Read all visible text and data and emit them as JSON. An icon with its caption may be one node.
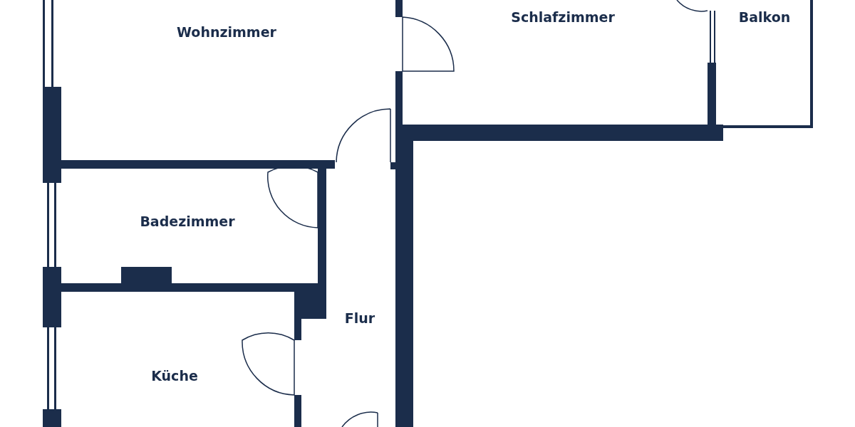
{
  "diagram": {
    "nodes": [
      {
        "text": [
          "Wohnzimmer"
        ]
      },
      {
        "text": [
          "Schlafzimmer"
        ]
      },
      {
        "text": [
          "Balkon"
        ]
      },
      {
        "text": [
          "Badezimmer"
        ]
      },
      {
        "text": [
          "Flur"
        ]
      },
      {
        "text": [
          "Küche"
        ]
      }
    ]
  }
}
